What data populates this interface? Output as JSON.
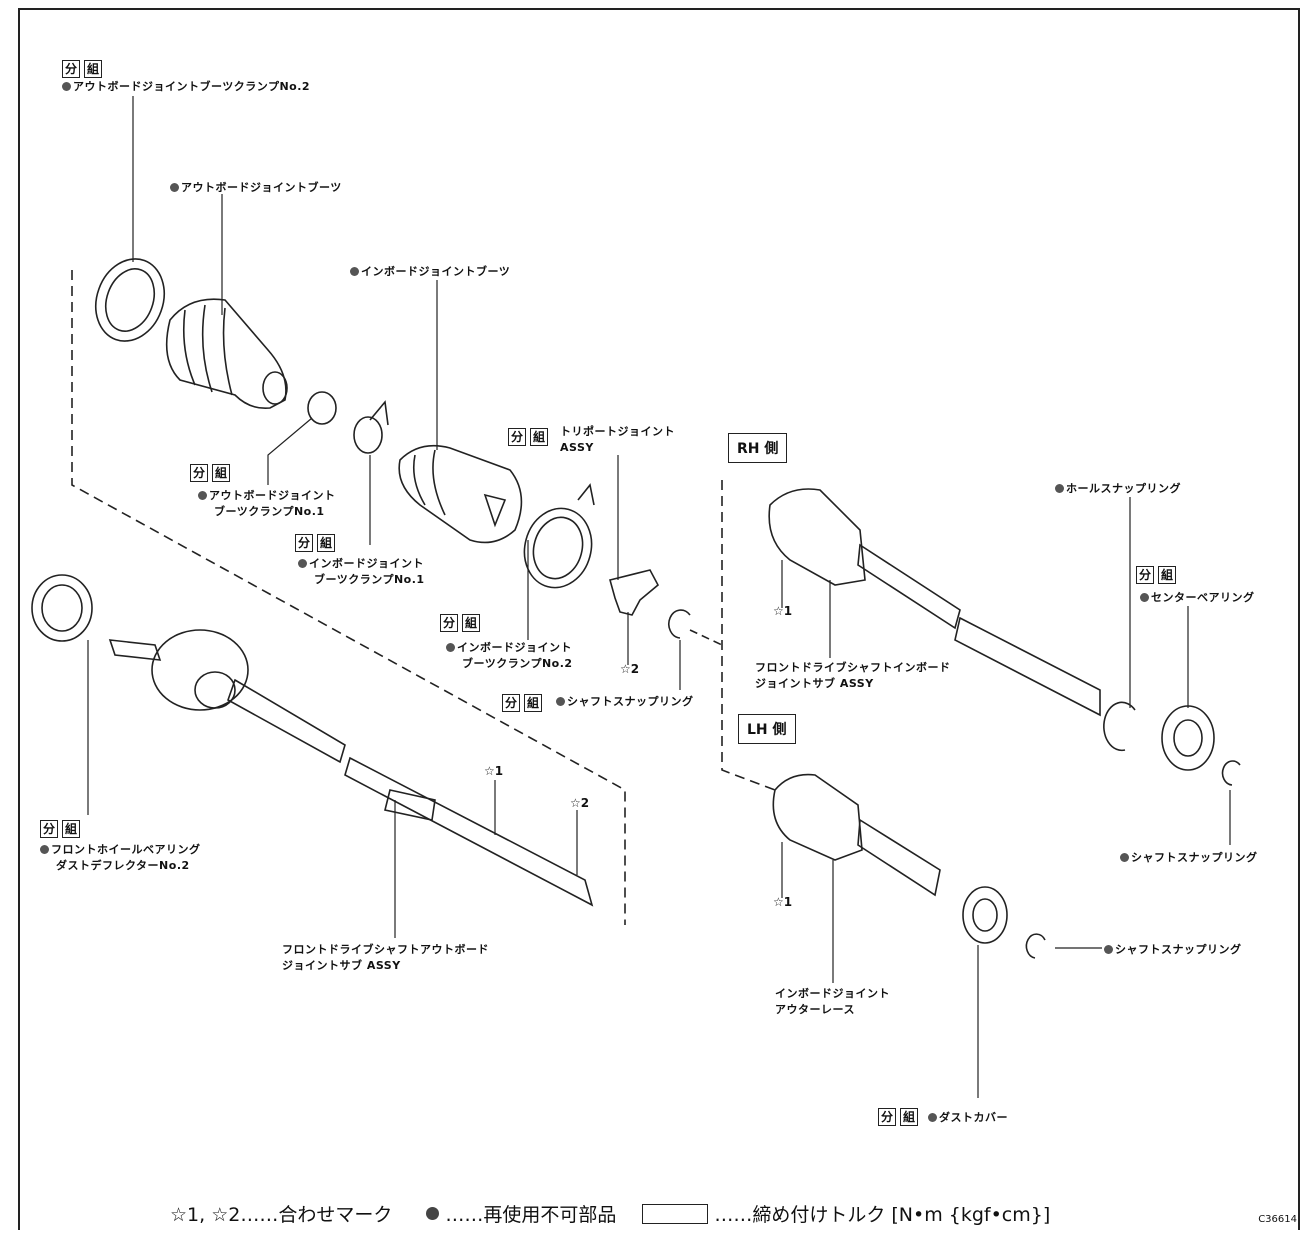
{
  "tag": {
    "bun": "分",
    "kumi": "組"
  },
  "labels": {
    "outboard_clamp2": "アウトボードジョイントブーツクランプNo.2",
    "outboard_boot": "アウトボードジョイントブーツ",
    "inboard_boot": "インボードジョイントブーツ",
    "outboard_clamp1_a": "アウトボードジョイント",
    "outboard_clamp1_b": "ブーツクランプNo.1",
    "inboard_clamp1_a": "インボードジョイント",
    "inboard_clamp1_b": "ブーツクランプNo.1",
    "tripod_a": "トリポートジョイント",
    "tripod_b": "ASSY",
    "inboard_clamp2_a": "インボードジョイント",
    "inboard_clamp2_b": "ブーツクランプNo.2",
    "shaft_snap_center": "シャフトスナップリング",
    "hole_snap": "ホールスナップリング",
    "center_bearing": "センターベアリング",
    "rh_inboard_a": "フロントドライブシャフトインボード",
    "rh_inboard_b": "ジョイントサブ ASSY",
    "shaft_snap_rh": "シャフトスナップリング",
    "shaft_snap_lh": "シャフトスナップリング",
    "wheel_bearing_a": "フロントホイールベアリング",
    "wheel_bearing_b": "ダストデフレクターNo.2",
    "outboard_sub_a": "フロントドライブシャフトアウトボード",
    "outboard_sub_b": "ジョイントサブ ASSY",
    "outer_race_a": "インボードジョイント",
    "outer_race_b": "アウターレース",
    "dust_cover": "ダストカバー"
  },
  "sides": {
    "rh": "RH 側",
    "lh": "LH 側"
  },
  "stars": {
    "s1": "☆1",
    "s2": "☆2"
  },
  "legend": {
    "marks": "☆1, ☆2……合わせマーク",
    "nonreuse": "……再使用不可部品",
    "torque": "……締め付けトルク [N•m {kgf•cm}]"
  },
  "figure_code": "C36614"
}
